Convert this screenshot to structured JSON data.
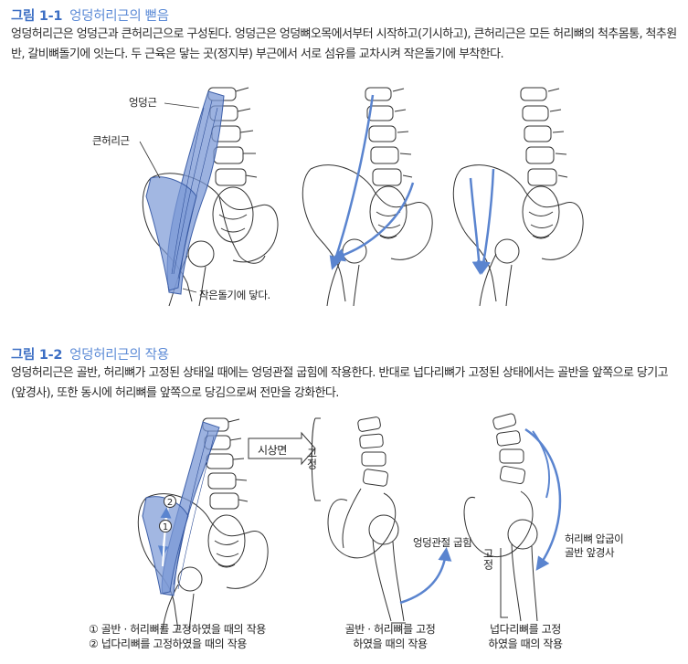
{
  "fig1": {
    "number": "그림 1-1",
    "title": "엉덩허리근의 뻗음",
    "text": "엉덩허리근은 엉덩근과 큰허리근으로 구성된다. 엉덩근은 엉덩뼈오목에서부터 시작하고(기시하고), 큰허리근은 모든 허리뼈의 척추몸통, 척추원반, 갈비뼈돌기에 잇는다. 두 근육은 닿는 곳(정지부) 부근에서 서로 섬유를 교차시켜 작은돌기에 부착한다.",
    "label_iliacus": "엉덩근",
    "label_psoas": "큰허리근",
    "label_insertion": "작은돌기에 닿다."
  },
  "fig2": {
    "number": "그림 1-2",
    "title": "엉덩허리근의 작용",
    "text": "엉덩허리근은 골반, 허리뼈가 고정된 상태일 때에는 엉덩관절 굽힘에 작용한다. 반대로 넙다리뼈가 고정된 상태에서는 골반을 앞쪽으로 당기고(앞경사), 또한 동시에 허리뼈를 앞쪽으로 당김으로써 전만을 강화한다.",
    "view_label": "시상면",
    "fixed_label": "고정",
    "hip_flexion": "엉덩관절 굽힘",
    "lumbar_pull_line1": "허리뼈 압굽이",
    "lumbar_pull_line2": "골반 앞경사",
    "marker_1": "1",
    "marker_2": "2",
    "legend_1": "① 골반 · 허리뼈를 고정하였을 때의 작용",
    "legend_2": "② 넙다리뼈를 고정하였을 때의 작용",
    "caption_mid_line1": "골반 · 허리뼈를 고정",
    "caption_mid_line2": "하였을 때의 작용",
    "caption_right_line1": "넙다리뼈를 고정",
    "caption_right_line2": "하였을 때의 작용"
  },
  "colors": {
    "accent": "#3d6fc4",
    "muscle": "#7b98d6",
    "arrow": "#5a84cf"
  }
}
